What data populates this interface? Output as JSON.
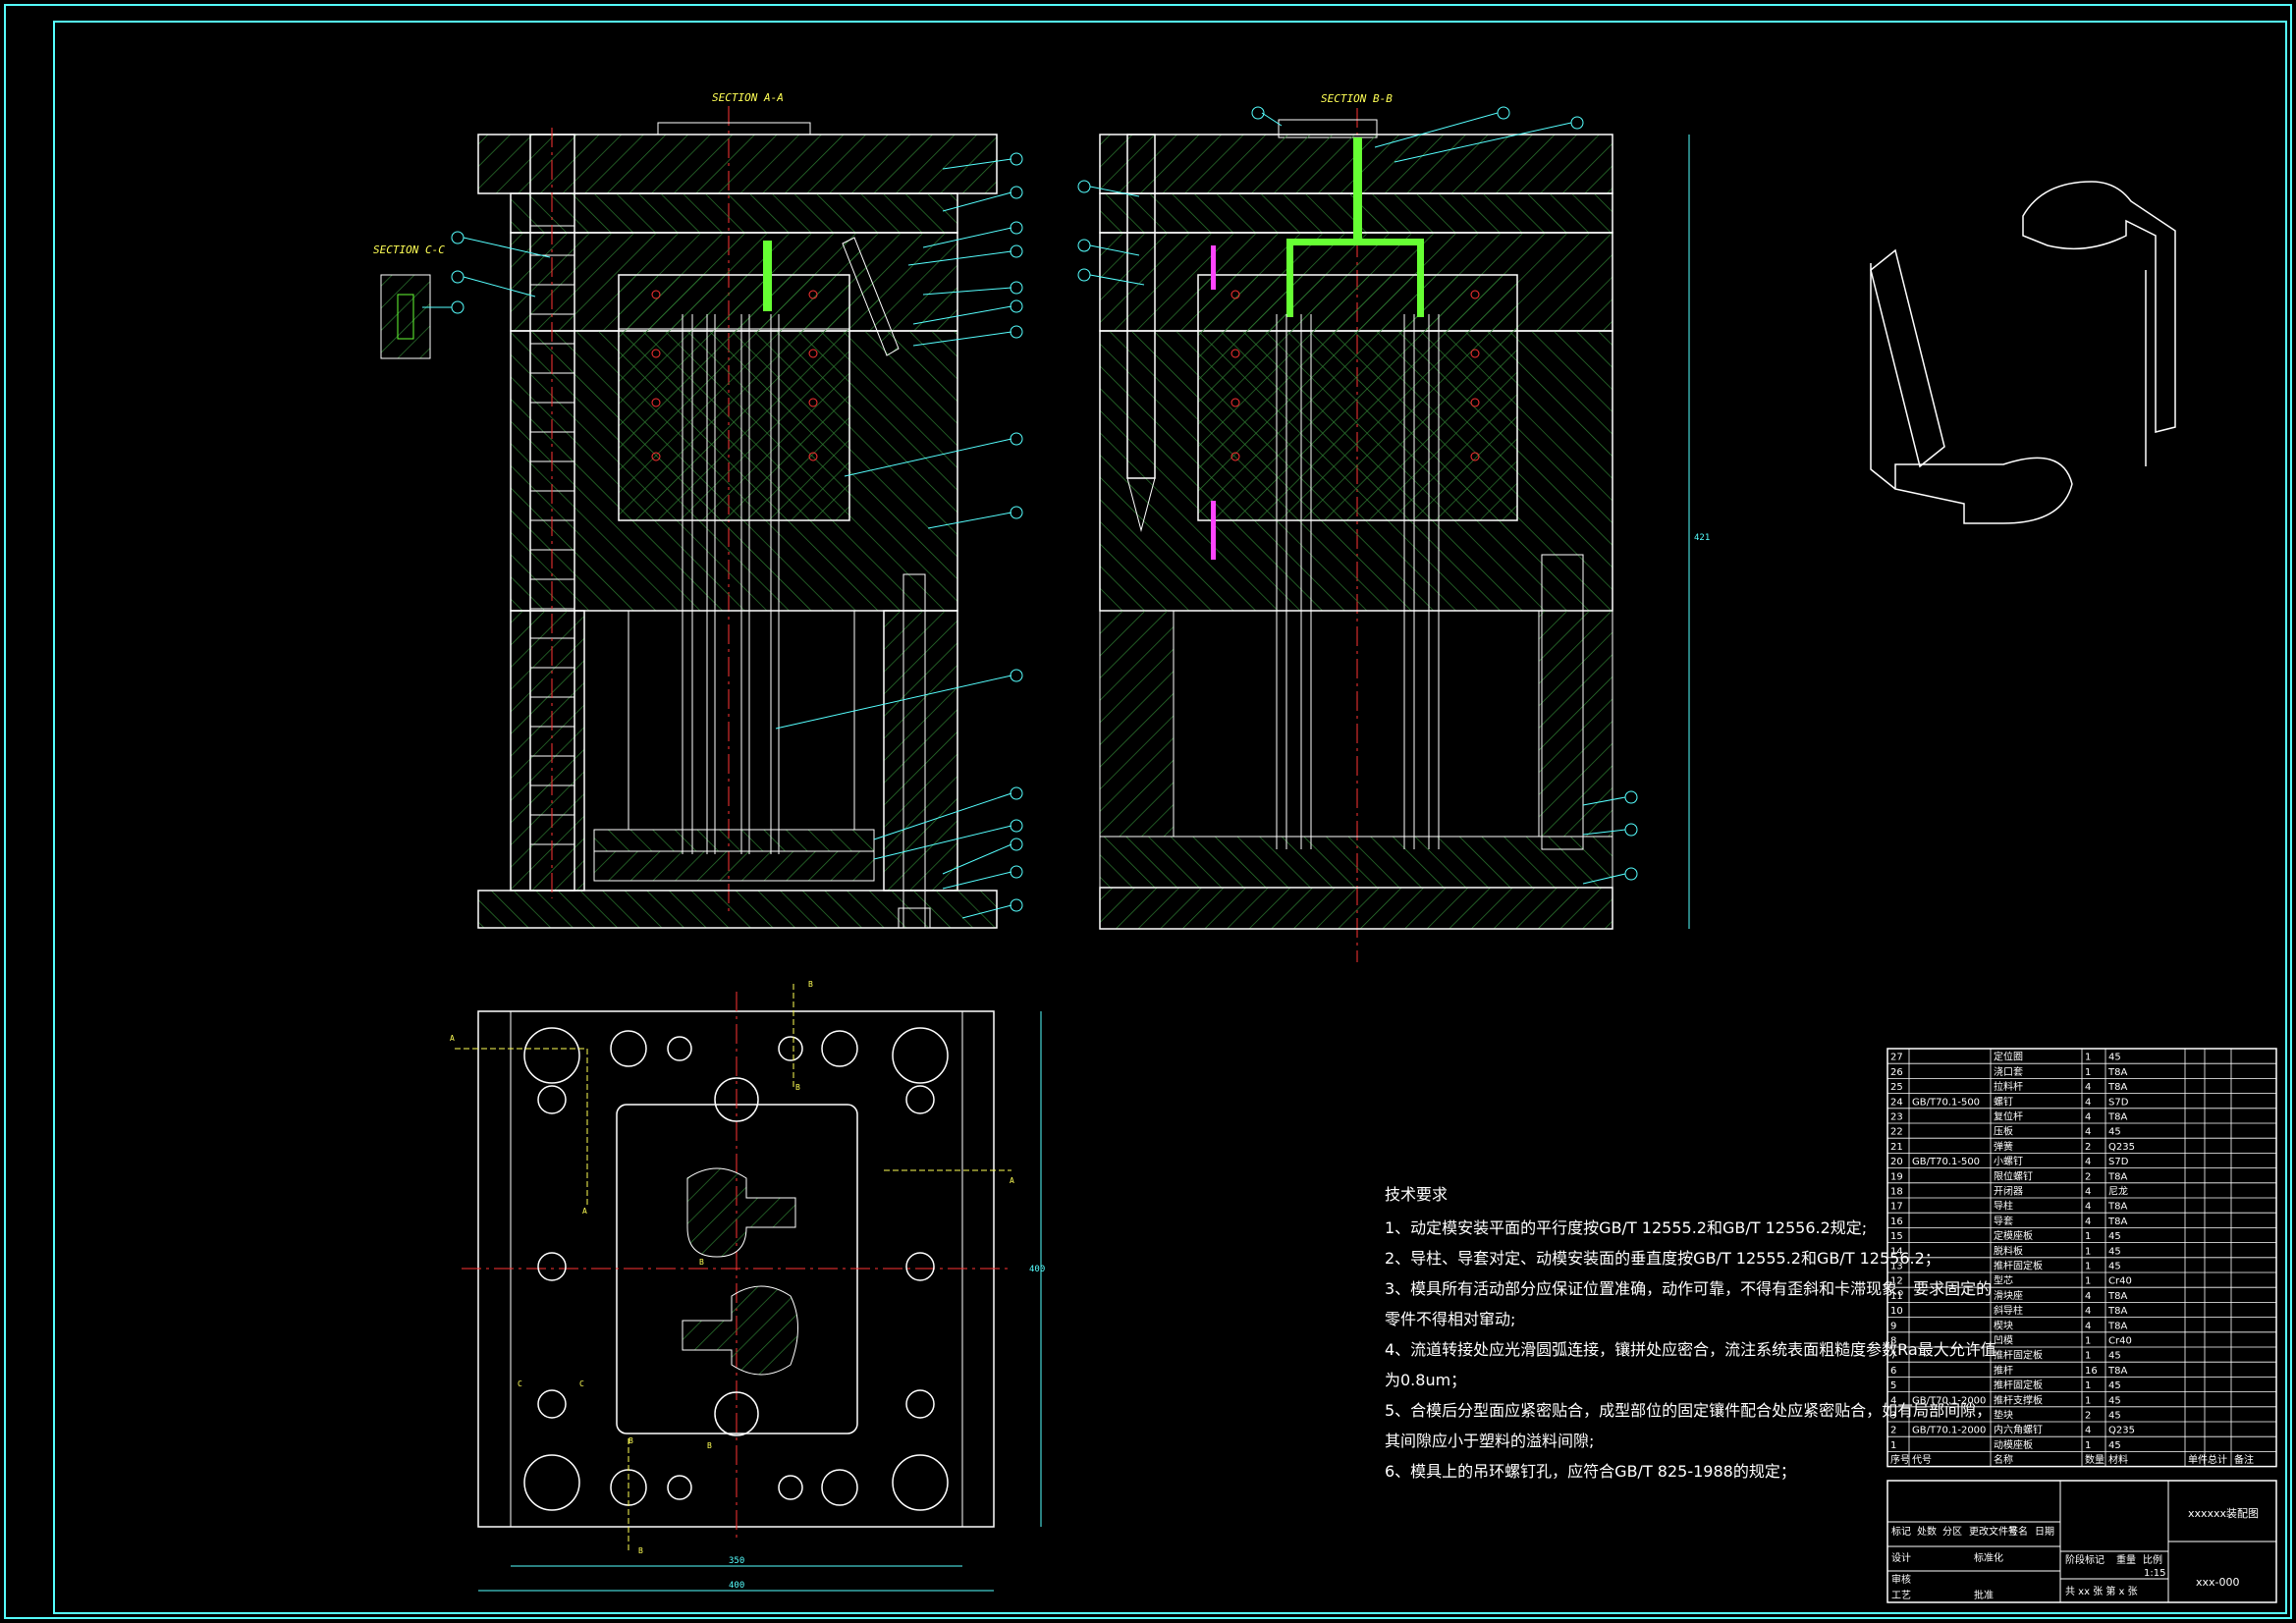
{
  "drawing": {
    "background": "#000000",
    "colors": {
      "frame": "#55ffff",
      "outline": "#ffffff",
      "hatch": "#2e7d32",
      "centerline": "#ff3333",
      "leader": "#55ffff",
      "label": "#ffff55",
      "highlight": "#66ff33",
      "magenta": "#ff44ff"
    },
    "section_labels": {
      "aa": "SECTION A-A",
      "bb": "SECTION B-B",
      "cc": "SECTION C-C"
    },
    "section_letters": [
      "A",
      "A",
      "B",
      "B",
      "A",
      "B",
      "B",
      "B",
      "C",
      "C",
      "B"
    ],
    "dimensions": {
      "width_inner": "350",
      "width_outer": "400",
      "height_plan": "400",
      "height_section": "421"
    }
  },
  "tech_requirements": {
    "title": "技术要求",
    "lines": [
      "1、动定模安装平面的平行度按GB/T 12555.2和GB/T 12556.2规定;",
      "2、导柱、导套对定、动模安装面的垂直度按GB/T 12555.2和GB/T 12556.2；",
      "3、模具所有活动部分应保证位置准确，动作可靠，不得有歪斜和卡滞现象。要求固定的",
      "   零件不得相对窜动;",
      "4、流道转接处应光滑圆弧连接，镶拼处应密合，流注系统表面粗糙度参数Ra最大允许值",
      "   为0.8um；",
      "5、合模后分型面应紧密贴合，成型部位的固定镶件配合处应紧密贴合，如有局部间隙，",
      "   其间隙应小于塑料的溢料间隙;",
      "6、模具上的吊环螺钉孔，应符合GB/T 825-1988的规定；"
    ]
  },
  "bom": {
    "rows": [
      [
        "27",
        "",
        "定位圈",
        "1",
        "45",
        ""
      ],
      [
        "26",
        "",
        "浇口套",
        "1",
        "T8A",
        ""
      ],
      [
        "25",
        "",
        "拉料杆",
        "4",
        "T8A",
        ""
      ],
      [
        "24",
        "GB/T70.1-500",
        "螺钉",
        "4",
        "S7D",
        ""
      ],
      [
        "23",
        "",
        "复位杆",
        "4",
        "T8A",
        ""
      ],
      [
        "22",
        "",
        "压板",
        "4",
        "45",
        ""
      ],
      [
        "21",
        "",
        "弹簧",
        "2",
        "Q235",
        ""
      ],
      [
        "20",
        "GB/T70.1-500",
        "小螺钉",
        "4",
        "S7D",
        ""
      ],
      [
        "19",
        "",
        "限位螺钉",
        "2",
        "T8A",
        ""
      ],
      [
        "18",
        "",
        "开闭器",
        "4",
        "尼龙",
        ""
      ],
      [
        "17",
        "",
        "导柱",
        "4",
        "T8A",
        ""
      ],
      [
        "16",
        "",
        "导套",
        "4",
        "T8A",
        ""
      ],
      [
        "15",
        "",
        "定模座板",
        "1",
        "45",
        ""
      ],
      [
        "14",
        "",
        "脱料板",
        "1",
        "45",
        ""
      ],
      [
        "13",
        "",
        "推杆固定板",
        "1",
        "45",
        ""
      ],
      [
        "12",
        "",
        "型芯",
        "1",
        "Cr40",
        ""
      ],
      [
        "11",
        "",
        "滑块座",
        "4",
        "T8A",
        ""
      ],
      [
        "10",
        "",
        "斜导柱",
        "4",
        "T8A",
        ""
      ],
      [
        "9",
        "",
        "楔块",
        "4",
        "T8A",
        ""
      ],
      [
        "8",
        "",
        "凹模",
        "1",
        "Cr40",
        ""
      ],
      [
        "7",
        "",
        "推杆固定板",
        "1",
        "45",
        ""
      ],
      [
        "6",
        "",
        "推杆",
        "16",
        "T8A",
        ""
      ],
      [
        "5",
        "",
        "推杆固定板",
        "1",
        "45",
        ""
      ],
      [
        "4",
        "GB/T70.1-2000",
        "推杆支撑板",
        "1",
        "45",
        ""
      ],
      [
        "3",
        "",
        "垫块",
        "2",
        "45",
        ""
      ],
      [
        "2",
        "GB/T70.1-2000",
        "内六角螺钉",
        "4",
        "Q235",
        ""
      ],
      [
        "1",
        "",
        "动模座板",
        "1",
        "45",
        ""
      ]
    ],
    "header": [
      "序号",
      "代号",
      "名称",
      "数量",
      "材料",
      "单件",
      "总计",
      "备注"
    ]
  },
  "title_block": {
    "drawing_name": "xxxxxx装配图",
    "drawing_no": "xxx-000",
    "scale": "1:15",
    "sheets": "共 xx 张  第 x 张",
    "cells": [
      "标记",
      "处数",
      "分区",
      "更改文件号",
      "签名",
      "日期",
      "设计",
      "标准化",
      "阶段标记",
      "重量",
      "比例",
      "审核",
      "工艺",
      "批准"
    ]
  }
}
